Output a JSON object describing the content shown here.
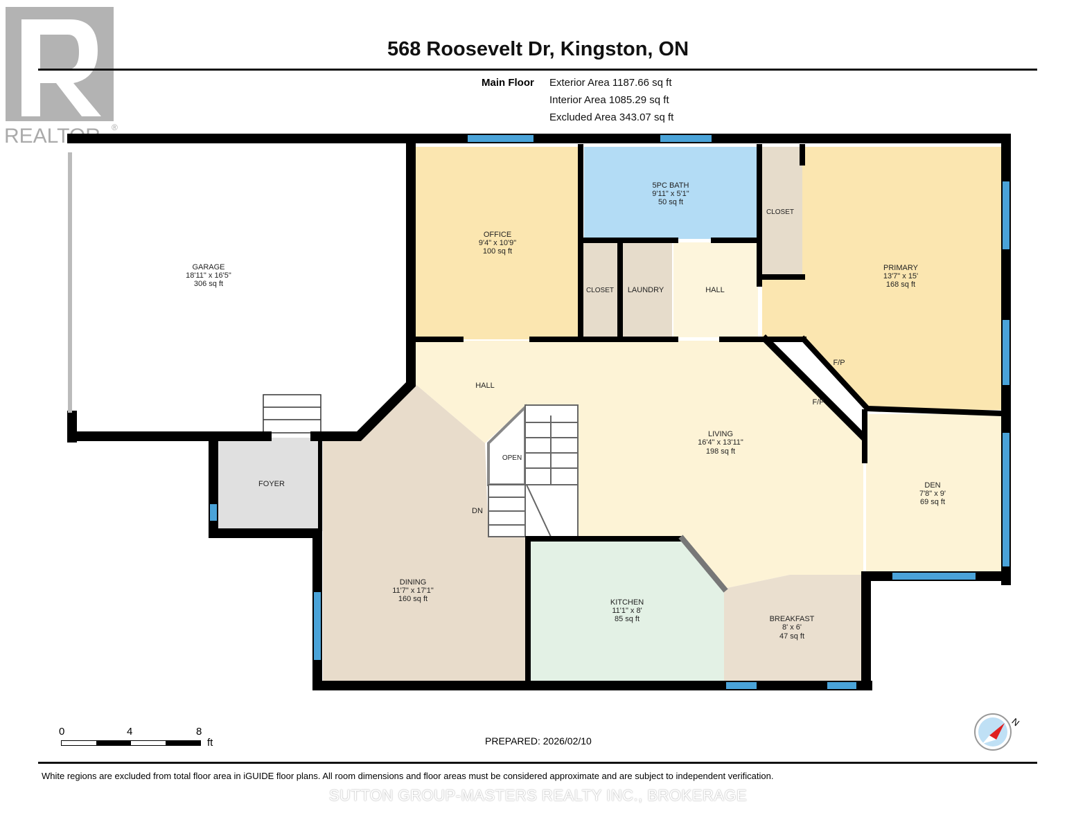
{
  "header": {
    "title": "568 Roosevelt Dr, Kingston, ON",
    "floor_name": "Main Floor",
    "exterior_area": "Exterior Area 1187.66 sq ft",
    "interior_area": "Interior Area 1085.29 sq ft",
    "excluded_area": "Excluded Area 343.07 sq ft"
  },
  "logo": {
    "text": "REALTOR®"
  },
  "rooms": [
    {
      "name": "GARAGE",
      "dims": "18'11\" x 16'5\"",
      "area": "306 sq ft"
    },
    {
      "name": "OFFICE",
      "dims": "9'4\" x 10'9\"",
      "area": "100 sq ft"
    },
    {
      "name": "5PC BATH",
      "dims": "9'11\" x 5'1\"",
      "area": "50 sq ft"
    },
    {
      "name": "PRIMARY",
      "dims": "13'7\" x 15'",
      "area": "168 sq ft"
    },
    {
      "name": "LIVING",
      "dims": "16'4\" x 13'11\"",
      "area": "198 sq ft"
    },
    {
      "name": "DEN",
      "dims": "7'8\" x 9'",
      "area": "69 sq ft"
    },
    {
      "name": "DINING",
      "dims": "11'7\" x 17'1\"",
      "area": "160 sq ft"
    },
    {
      "name": "KITCHEN",
      "dims": "11'1\" x 8'",
      "area": "85 sq ft"
    },
    {
      "name": "BREAKFAST",
      "dims": "8' x 6'",
      "area": "47 sq ft"
    }
  ],
  "labels": {
    "closet_primary": "CLOSET",
    "closet_hall": "CLOSET",
    "laundry": "LAUNDRY",
    "hall_upper": "HALL",
    "hall_main": "HALL",
    "foyer": "FOYER",
    "open": "OPEN",
    "dn": "DN",
    "fp1": "F/P",
    "fp2": "F/P"
  },
  "scale": {
    "ticks": [
      "0",
      "4",
      "8"
    ],
    "unit": "ft"
  },
  "compass": {
    "label": "N"
  },
  "footer": {
    "prepared": "PREPARED: 2026/02/10",
    "disclaimer": "White regions are excluded from total floor area in iGUIDE floor plans. All room dimensions and floor areas must be considered approximate and are subject to independent verification.",
    "brokerage": "SUTTON GROUP-MASTERS REALTY INC., BROKERAGE"
  },
  "colors": {
    "wall": "#000000",
    "window": "#4aa3d8",
    "office_primary": "#fbe6b0",
    "bath": "#b3dcf5",
    "living_hall": "#fdf3d6",
    "dining_breakfast": "#e8dccb",
    "kitchen": "#e3f1e5",
    "foyer": "#e0e0e0",
    "closet": "#e6dccb"
  }
}
